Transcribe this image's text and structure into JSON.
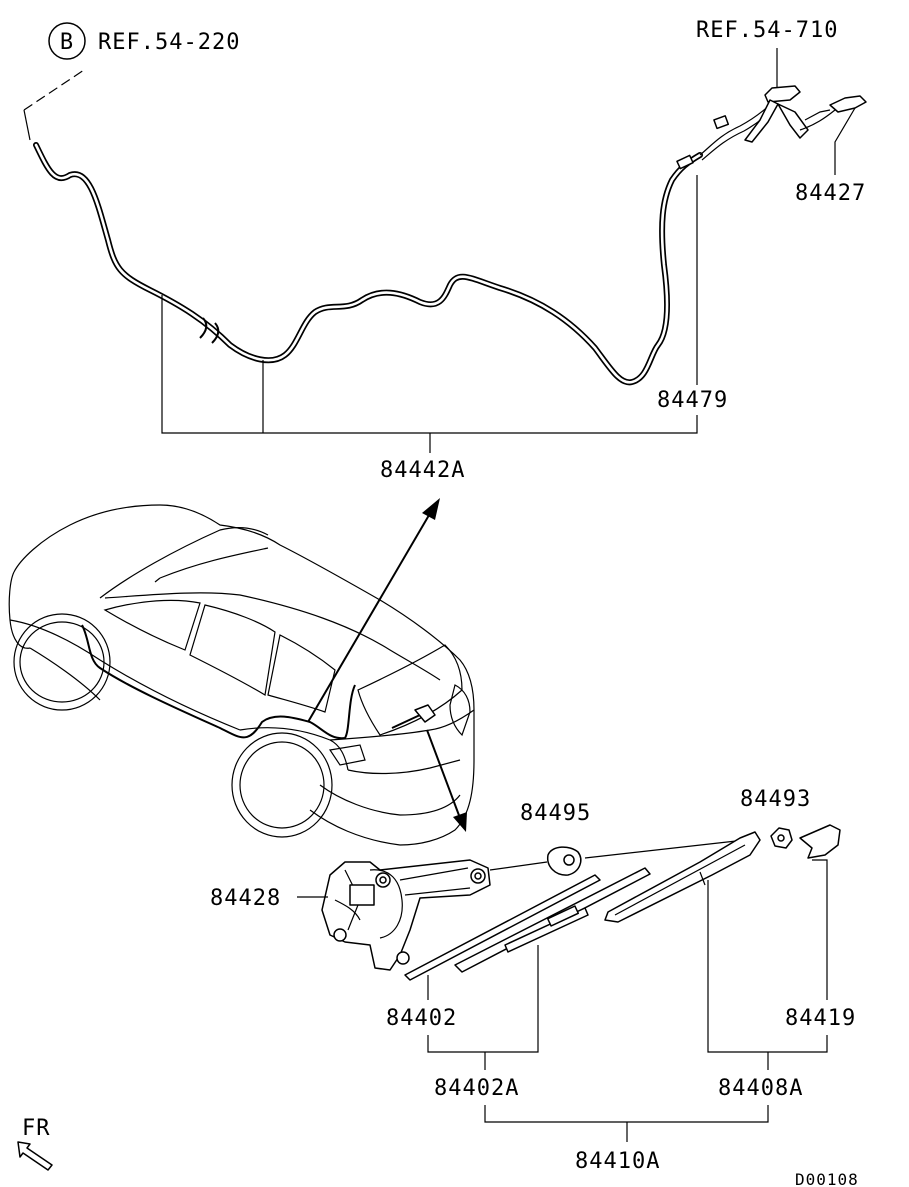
{
  "labels": {
    "ref_b_circle": "B",
    "ref_54_220": "REF.54-220",
    "ref_54_710": "REF.54-710",
    "p84427": "84427",
    "p84479": "84479",
    "p84442A": "84442A",
    "p84495": "84495",
    "p84493": "84493",
    "p84428": "84428",
    "p84402": "84402",
    "p84419": "84419",
    "p84402A": "84402A",
    "p84408A": "84408A",
    "p84410A": "84410A",
    "fr": "FR",
    "diagram_code": "D00108"
  }
}
